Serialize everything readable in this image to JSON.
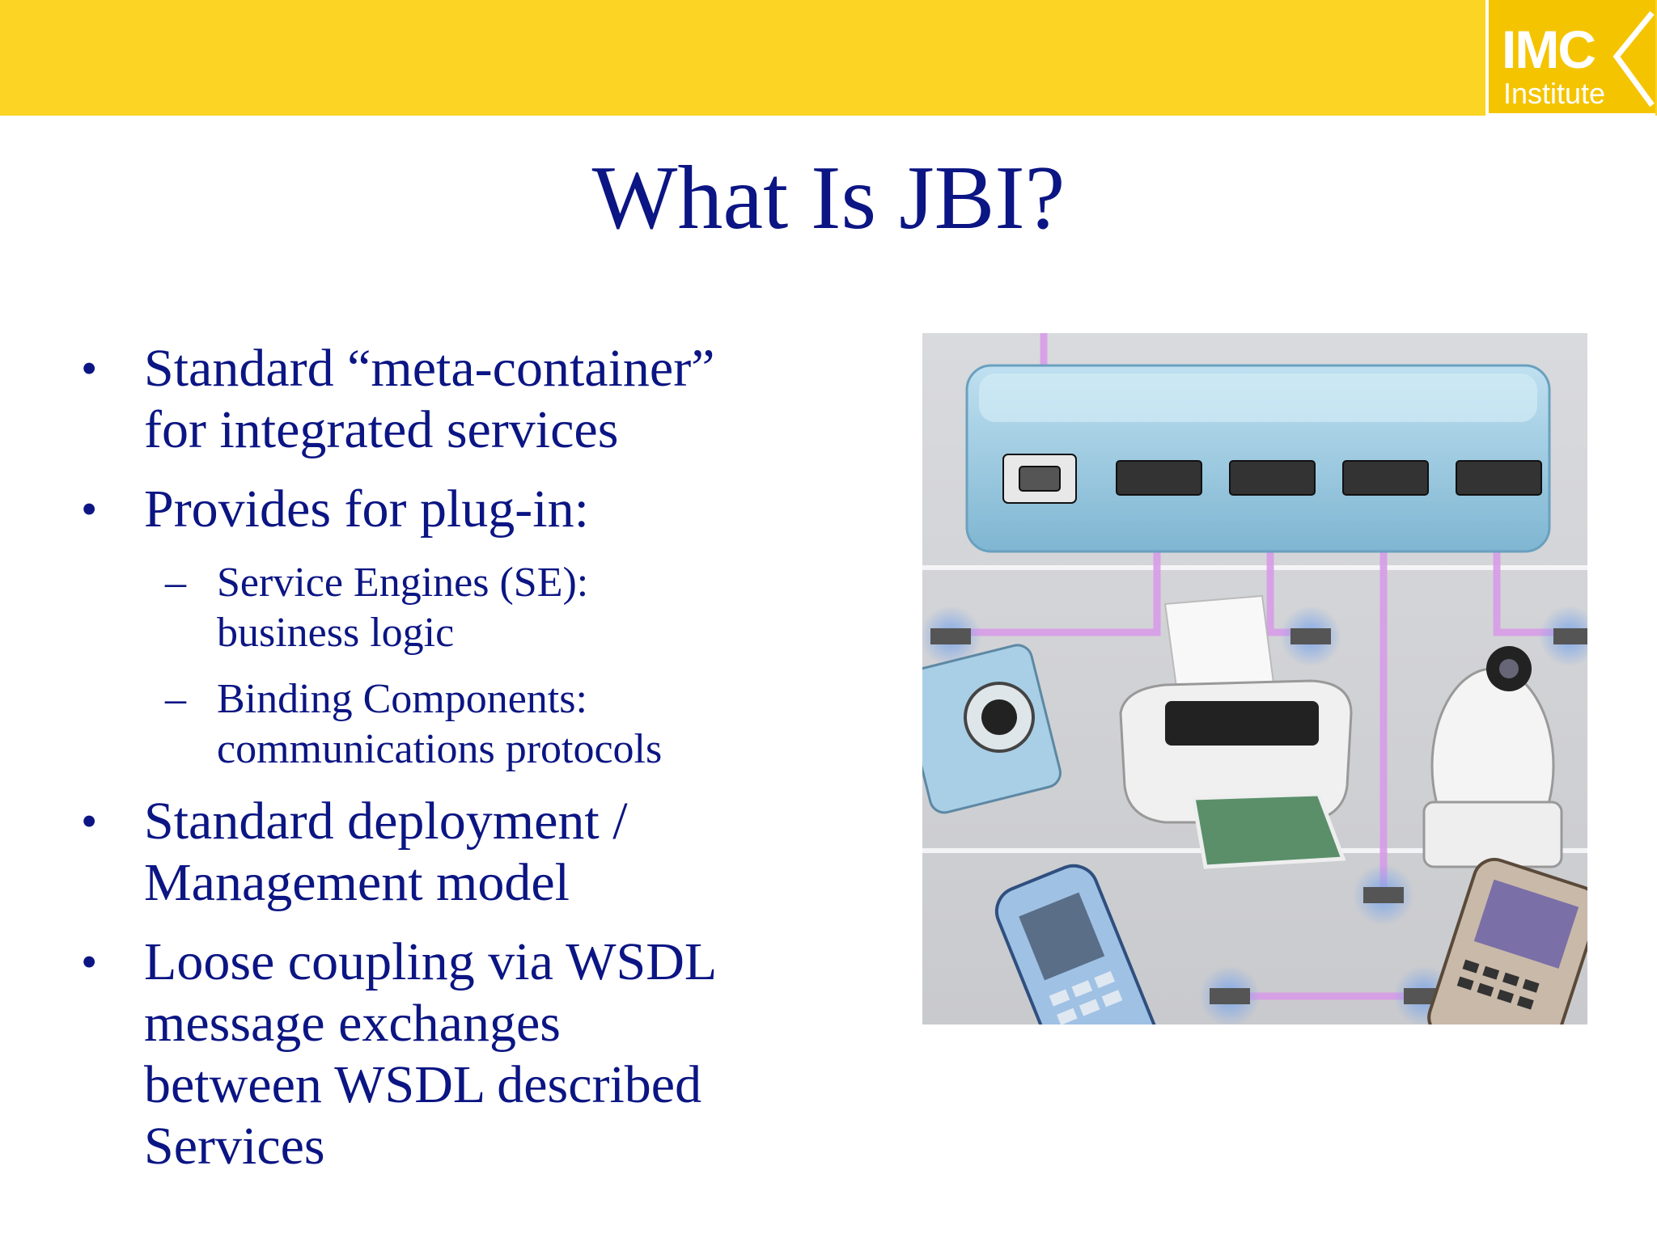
{
  "header": {
    "logo_main": "IMC",
    "logo_sub": "Institute",
    "bar_color": "#FBD424"
  },
  "slide": {
    "title": "What Is JBI?",
    "bullets": [
      {
        "text_line1": "Standard “meta-container”",
        "text_line2": "for integrated services"
      },
      {
        "text_line1": "Provides for plug-in:",
        "sub": [
          {
            "line1": "Service Engines (SE):",
            "line2": "business logic"
          },
          {
            "line1": "Binding Components:",
            "line2": "communications protocols"
          }
        ]
      },
      {
        "text_line1": "Standard deployment /",
        "text_line2": "Management model"
      },
      {
        "text_line1": "Loose coupling via WSDL",
        "text_line2": "message exchanges",
        "text_line3": "between WSDL described",
        "text_line4": "Services"
      }
    ],
    "bullet_char": "•",
    "dash_char": "–",
    "text_color": "#0B1583"
  },
  "illustration": {
    "icon": "usb-hub-devices-illustration"
  }
}
